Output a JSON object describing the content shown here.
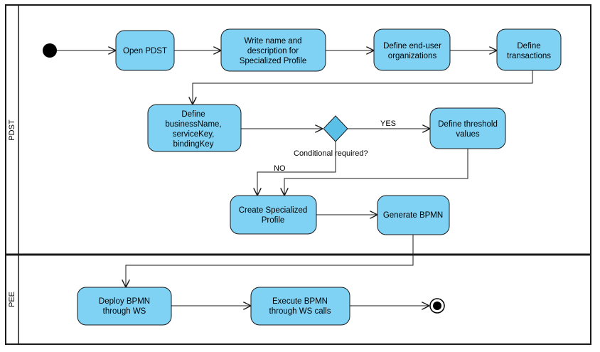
{
  "colors": {
    "node_fill": "#7fd2f4",
    "stroke": "#1a1a1a",
    "decision_fill": "#5bc0e8",
    "background": "#ffffff"
  },
  "lanes": [
    {
      "id": "pdst",
      "label": "PDST"
    },
    {
      "id": "pee",
      "label": "PEE"
    }
  ],
  "nodes": {
    "open_pdst": [
      "Open PDST"
    ],
    "write_name": [
      "Write name and",
      "description for",
      "Specialized Profile"
    ],
    "define_orgs": [
      "Define end-user",
      "organizations"
    ],
    "define_tx": [
      "Define",
      "transactions"
    ],
    "define_keys": [
      "Define",
      "businessName,",
      "serviceKey,",
      "bindingKey"
    ],
    "define_threshold": [
      "Define threshold",
      "values"
    ],
    "create_profile": [
      "Create Specialized",
      "Profile"
    ],
    "generate_bpmn": [
      "Generate BPMN"
    ],
    "deploy_bpmn": [
      "Deploy BPMN",
      "through WS"
    ],
    "execute_bpmn": [
      "Execute BPMN",
      "through WS calls"
    ]
  },
  "decision": {
    "question": "Conditional required?",
    "yes_label": "YES",
    "no_label": "NO"
  }
}
